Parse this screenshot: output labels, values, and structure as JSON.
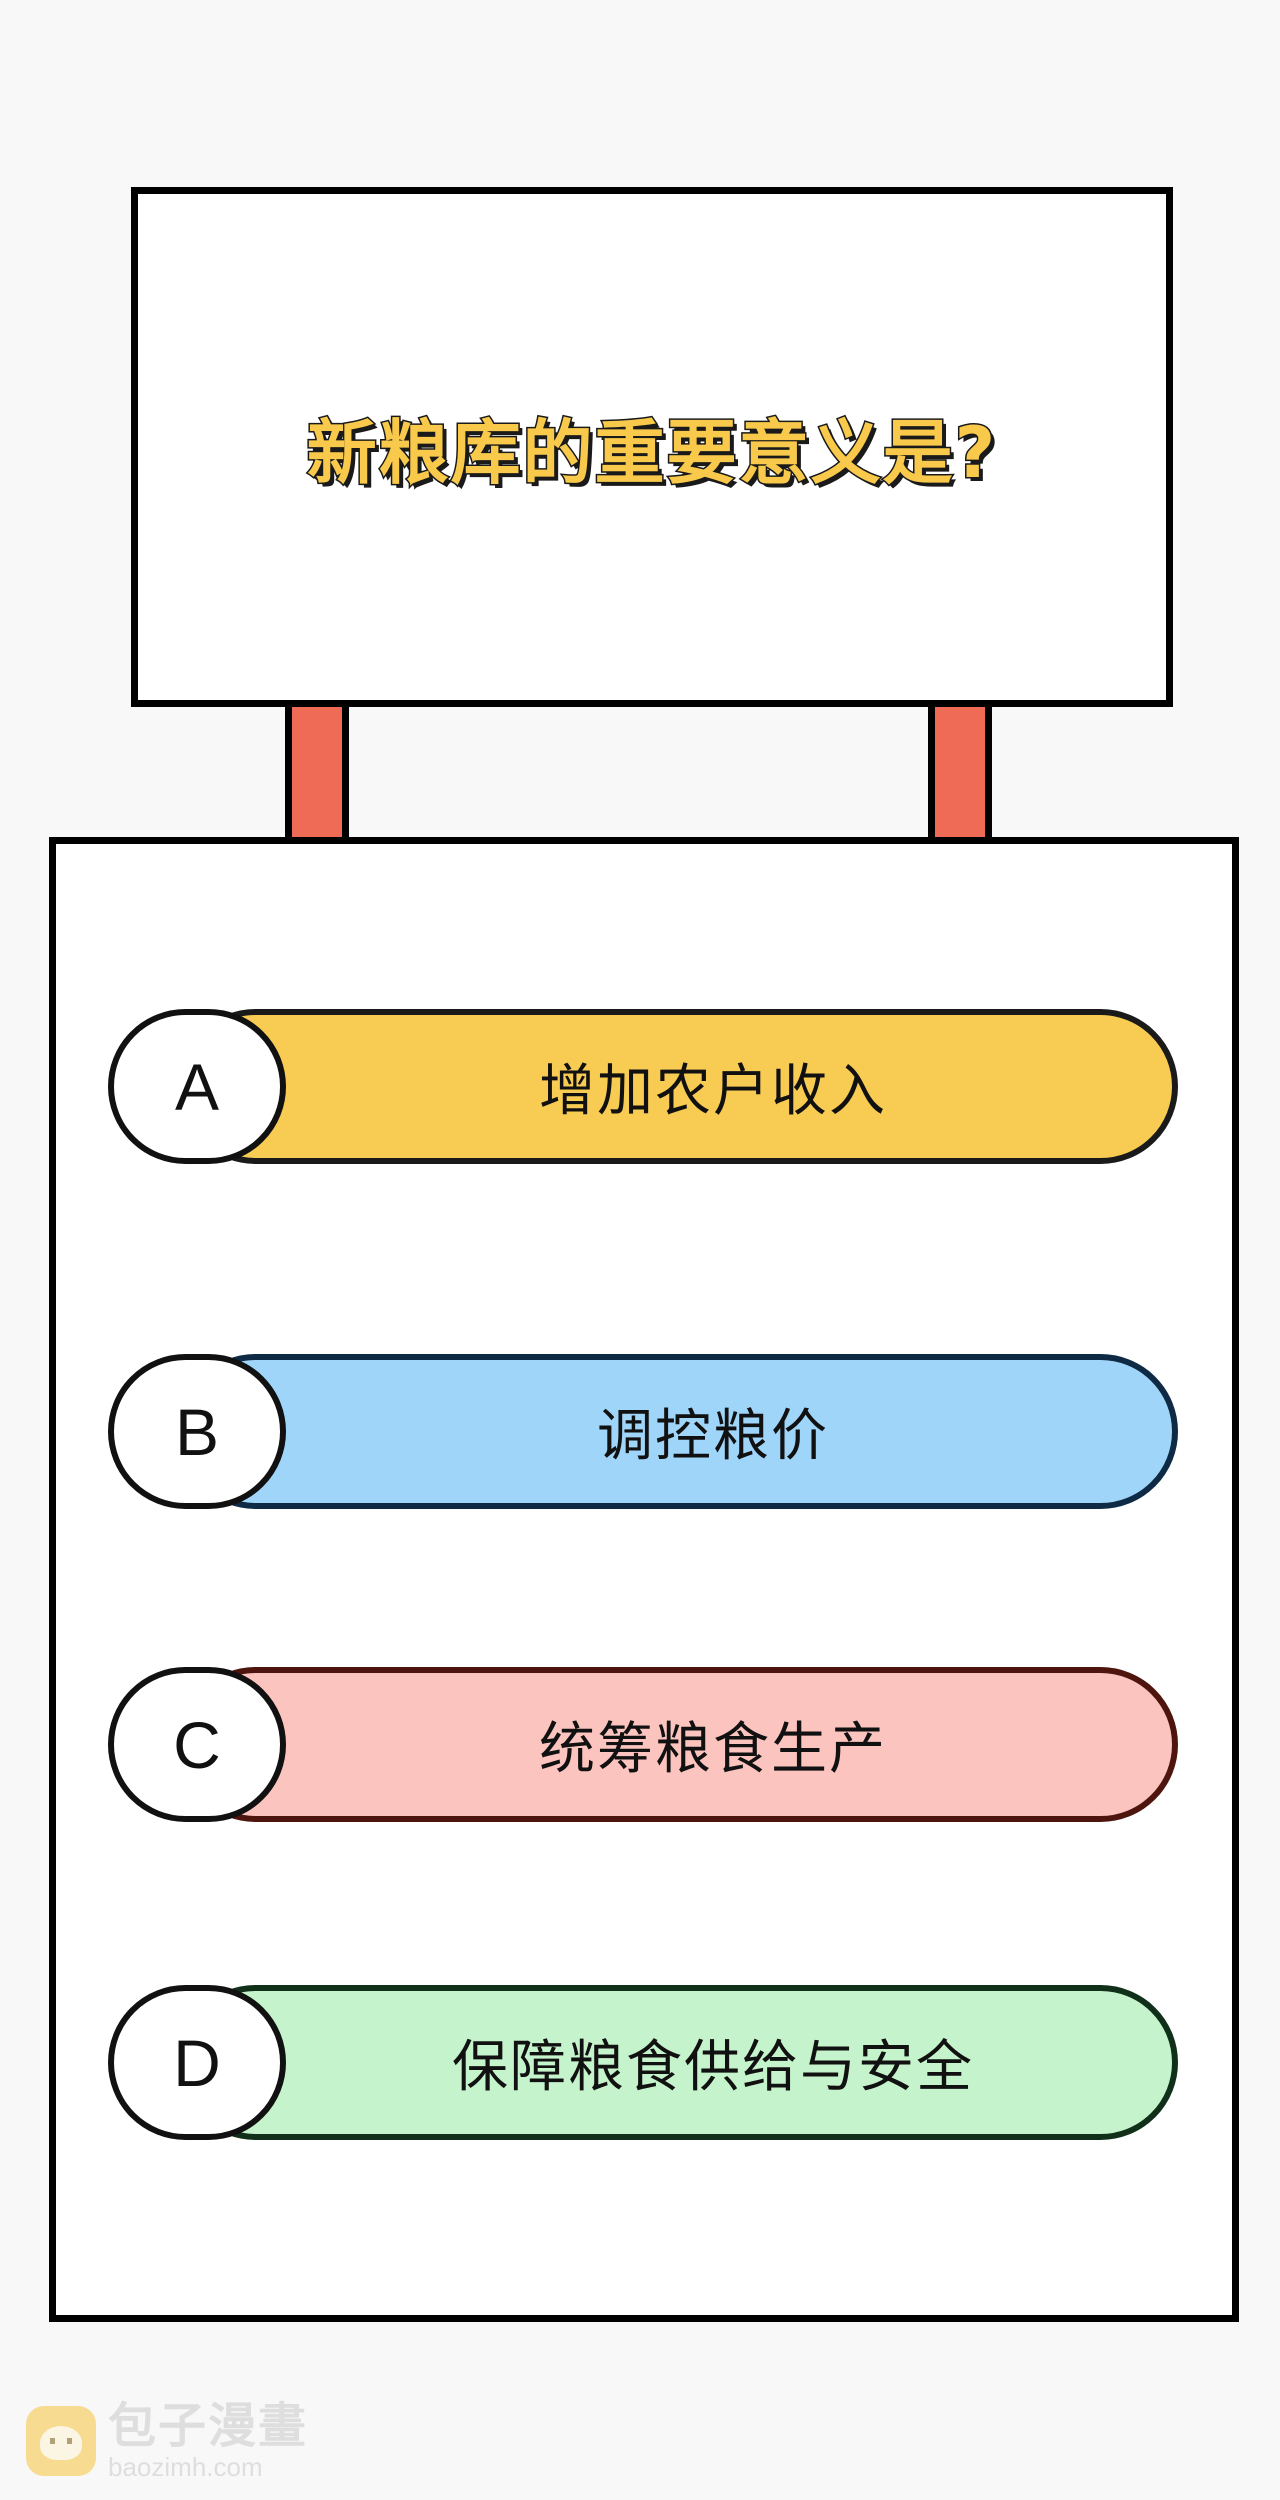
{
  "question": {
    "text": "新粮库的重要意义是?"
  },
  "options": [
    {
      "letter": "A",
      "text": "增加农户收入",
      "color": "#f8cb53"
    },
    {
      "letter": "B",
      "text": "调控粮价",
      "color": "#a0d5fa"
    },
    {
      "letter": "C",
      "text": "统筹粮食生产",
      "color": "#fcc4bf"
    },
    {
      "letter": "D",
      "text": "保障粮食供给与安全",
      "color": "#c5f3cb"
    }
  ],
  "watermark": {
    "name": "包子漫畫",
    "domain": "baozimh.com",
    "icon": "bun-logo-icon"
  }
}
